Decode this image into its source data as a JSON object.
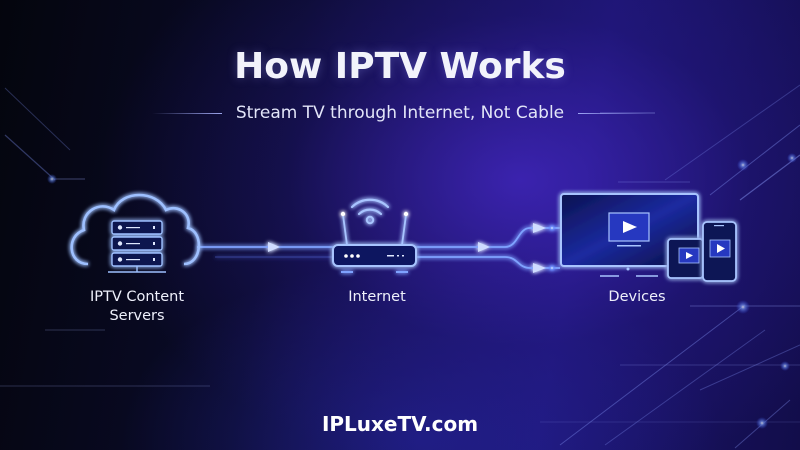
{
  "header": {
    "title": "How IPTV Works",
    "subtitle": "Stream TV through Internet, Not Cable"
  },
  "diagram": {
    "nodes": [
      {
        "id": "servers",
        "icon": "cloud-server-icon",
        "label_line1": "IPTV Content",
        "label_line2": "Servers"
      },
      {
        "id": "internet",
        "icon": "wifi-router-icon",
        "label": "Internet"
      },
      {
        "id": "devices",
        "icon": "tv-tablet-phone-icon",
        "label": "Devices"
      }
    ],
    "connections": [
      {
        "from": "servers",
        "to": "internet",
        "style": "glowing-arrow"
      },
      {
        "from": "internet",
        "to": "devices",
        "style": "glowing-split-arrows"
      }
    ]
  },
  "footer": {
    "brand": "IPLuxeTV.com"
  },
  "colors": {
    "background_dark": "#05060f",
    "background_accent": "#2a1c9a",
    "glow": "#4f7dff",
    "line": "#8fb0ff",
    "text": "#eef0fb"
  }
}
